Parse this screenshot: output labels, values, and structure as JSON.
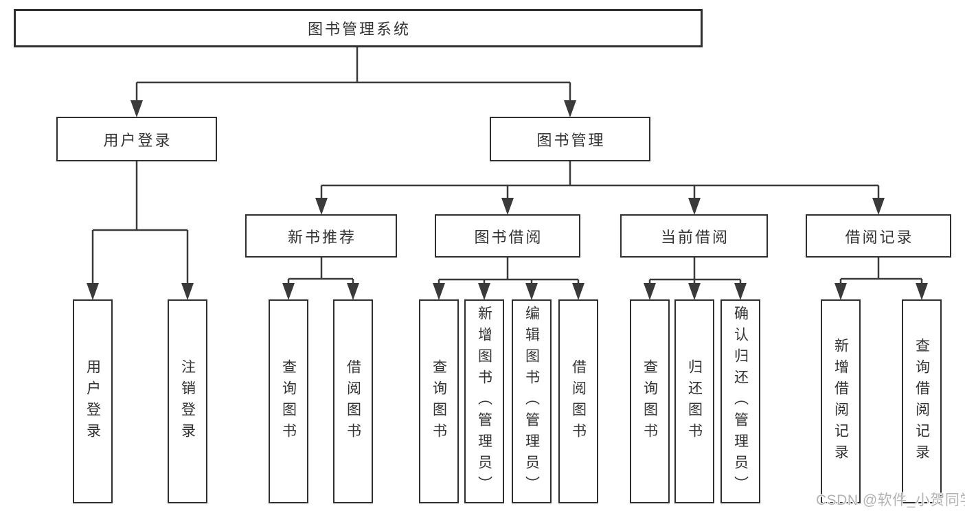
{
  "diagram": {
    "title": "图书管理系统",
    "level2": [
      {
        "label": "用户登录"
      },
      {
        "label": "图书管理"
      }
    ],
    "level3": [
      {
        "label": "新书推荐",
        "parent": "图书管理"
      },
      {
        "label": "图书借阅",
        "parent": "图书管理"
      },
      {
        "label": "当前借阅",
        "parent": "图书管理"
      },
      {
        "label": "借阅记录",
        "parent": "图书管理"
      }
    ],
    "leaves": [
      {
        "label": "用户登录",
        "parent": "用户登录"
      },
      {
        "label": "注销登录",
        "parent": "用户登录"
      },
      {
        "label": "查询图书",
        "parent": "新书推荐"
      },
      {
        "label": "借阅图书",
        "parent": "新书推荐"
      },
      {
        "label": "查询图书",
        "parent": "图书借阅"
      },
      {
        "label": "新增图书（管理员）",
        "parent": "图书借阅"
      },
      {
        "label": "编辑图书（管理员）",
        "parent": "图书借阅"
      },
      {
        "label": "借阅图书",
        "parent": "图书借阅"
      },
      {
        "label": "查询图书",
        "parent": "当前借阅"
      },
      {
        "label": "归还图书",
        "parent": "当前借阅"
      },
      {
        "label": "确认归还（管理员）",
        "parent": "当前借阅"
      },
      {
        "label": "新增借阅记录",
        "parent": "借阅记录"
      },
      {
        "label": "查询借阅记录",
        "parent": "借阅记录"
      }
    ],
    "watermark": "CSDN @软件_小贺同学",
    "colors": {
      "line": "#3a3a3a",
      "border": "#2f2f2f",
      "text": "#333333",
      "watermark": "#b3b3b3",
      "background": "#ffffff"
    }
  }
}
